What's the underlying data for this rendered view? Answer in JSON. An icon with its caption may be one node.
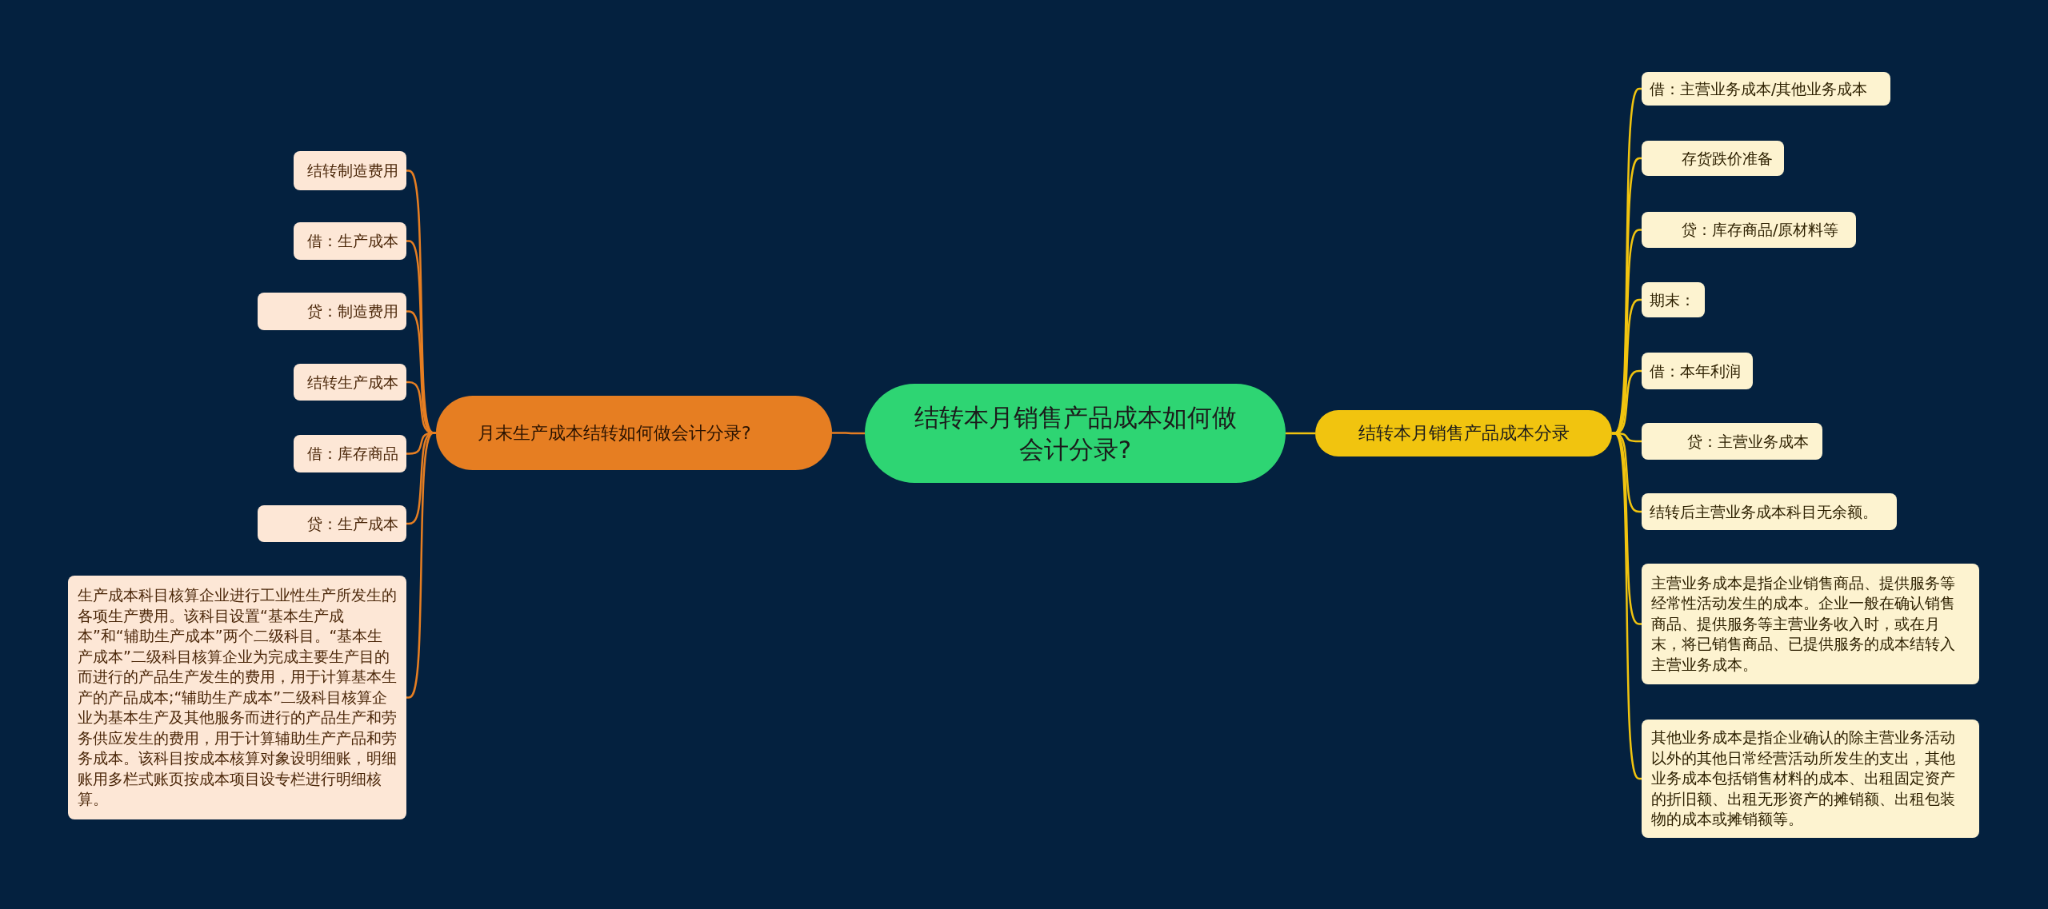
{
  "diagram": {
    "nodes": [
      {
        "text": [
          "结转本月销售产品成本如何做会计分录?"
        ]
      },
      {
        "text": [
          "月末生产成本结转如何做会计分录?"
        ]
      },
      {
        "text": [
          "结转制造费用"
        ]
      },
      {
        "text": [
          "借：生产成本"
        ]
      },
      {
        "text": [
          "贷：制造费用"
        ]
      },
      {
        "text": [
          "结转生产成本"
        ]
      },
      {
        "text": [
          "借：库存商品"
        ]
      },
      {
        "text": [
          "贷：生产成本"
        ]
      },
      {
        "text": [
          "生产成本科目核算企业进行工业性生产所发生的各项生产费用。该科目设置“基本生产成本”和“辅助生产成本”两个二级科目。“基本生产成本”二级科目核算企业为完成主要生产目的而进行的产品生产发生的费用，用于计算基本生产的产品成本;“辅助生产成本”二级科目核算企业为基本生产及其他服务而进行的产品生产和劳务供应发生的费用，用于计算辅助生产产品和劳务成本。该科目按成本核算对象设明细账，明细账用多栏式账页按成本项目设专栏进行明细核算。"
        ]
      },
      {
        "text": [
          "结转本月销售产品成本分录"
        ]
      },
      {
        "text": [
          "借：主营业务成本/其他业务成本"
        ]
      },
      {
        "text": [
          "存货跌价准备"
        ]
      },
      {
        "text": [
          "贷：库存商品/原材料等"
        ]
      },
      {
        "text": [
          "期末："
        ]
      },
      {
        "text": [
          "借：本年利润"
        ]
      },
      {
        "text": [
          "贷：主营业务成本"
        ]
      },
      {
        "text": [
          "结转后主营业务成本科目无余额。"
        ]
      },
      {
        "text": [
          "主营业务成本是指企业销售商品、提供服务等经常性活动发生的成本。企业一般在确认销售商品、提供服务等主营业务收入时，或在月末，将已销售商品、已提供服务的成本结转入主营业务成本。"
        ]
      },
      {
        "text": [
          "其他业务成本是指企业确认的除主营业务活动以外的其他日常经营活动所发生的支出，其他业务成本包括销售材料的成本、出租固定资产的折旧额、出租无形资产的摊销额、出租包装物的成本或摊销额等。"
        ]
      }
    ],
    "edges": [
      {
        "from": 0,
        "to": 1,
        "arrow": "none",
        "color": "#e67e22"
      },
      {
        "from": 1,
        "to": 2,
        "arrow": "none",
        "color": "#e67e22"
      },
      {
        "from": 1,
        "to": 3,
        "arrow": "none",
        "color": "#e67e22"
      },
      {
        "from": 1,
        "to": 4,
        "arrow": "none",
        "color": "#e67e22"
      },
      {
        "from": 1,
        "to": 5,
        "arrow": "none",
        "color": "#e67e22"
      },
      {
        "from": 1,
        "to": 6,
        "arrow": "none",
        "color": "#e67e22"
      },
      {
        "from": 1,
        "to": 7,
        "arrow": "none",
        "color": "#e67e22"
      },
      {
        "from": 1,
        "to": 8,
        "arrow": "none",
        "color": "#e67e22"
      },
      {
        "from": 0,
        "to": 9,
        "arrow": "none"
      },
      {
        "from": 9,
        "to": 10,
        "arrow": "none"
      },
      {
        "from": 9,
        "to": 11,
        "arrow": "none"
      },
      {
        "from": 9,
        "to": 12,
        "arrow": "none"
      },
      {
        "from": 9,
        "to": 13,
        "arrow": "none"
      },
      {
        "from": 9,
        "to": 14,
        "arrow": "none"
      },
      {
        "from": 9,
        "to": 15,
        "arrow": "none"
      },
      {
        "from": 9,
        "to": 16,
        "arrow": "none"
      },
      {
        "from": 9,
        "to": 17,
        "arrow": "none"
      },
      {
        "from": 9,
        "to": 18,
        "arrow": "none"
      }
    ]
  }
}
